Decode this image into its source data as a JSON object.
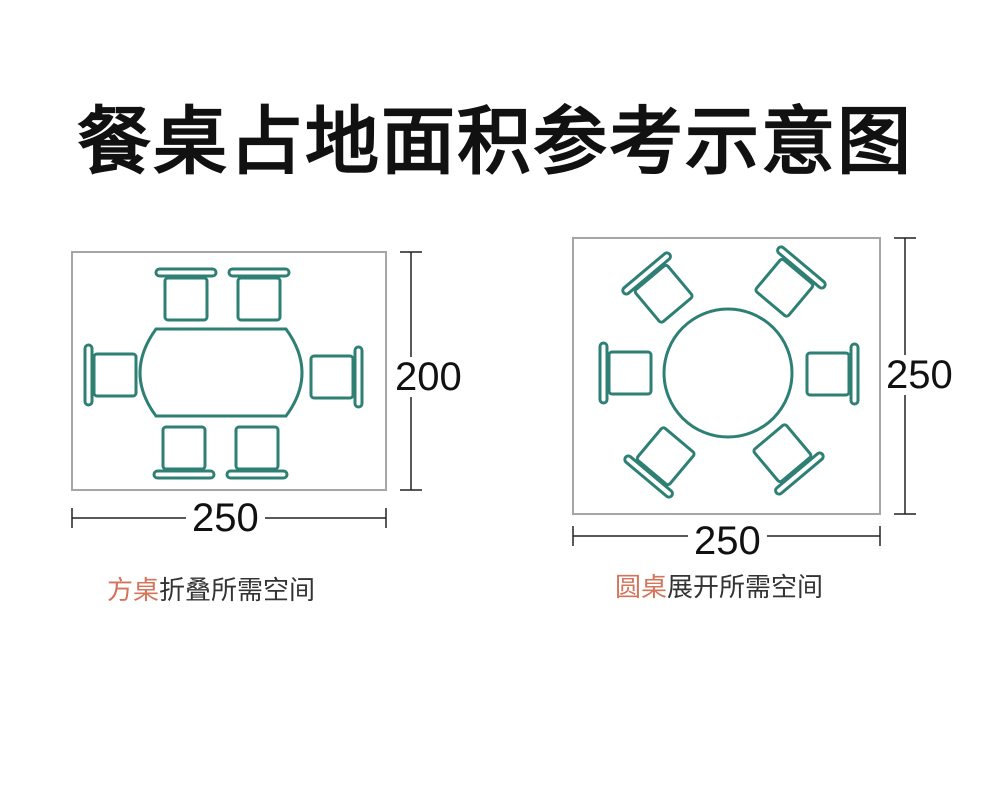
{
  "title": "餐桌占地面积参考示意图",
  "colors": {
    "accent_furniture": "#2e7f74",
    "frame": "#a6a6a6",
    "dimension": "#222222",
    "caption_highlight": "#d4745a",
    "caption_text": "#333333"
  },
  "left_plan": {
    "width_label": "250",
    "height_label": "200",
    "caption_highlight": "方桌",
    "caption_rest": "折叠所需空间"
  },
  "right_plan": {
    "width_label": "250",
    "height_label": "250",
    "caption_highlight": "圆桌",
    "caption_rest": "展开所需空间"
  }
}
